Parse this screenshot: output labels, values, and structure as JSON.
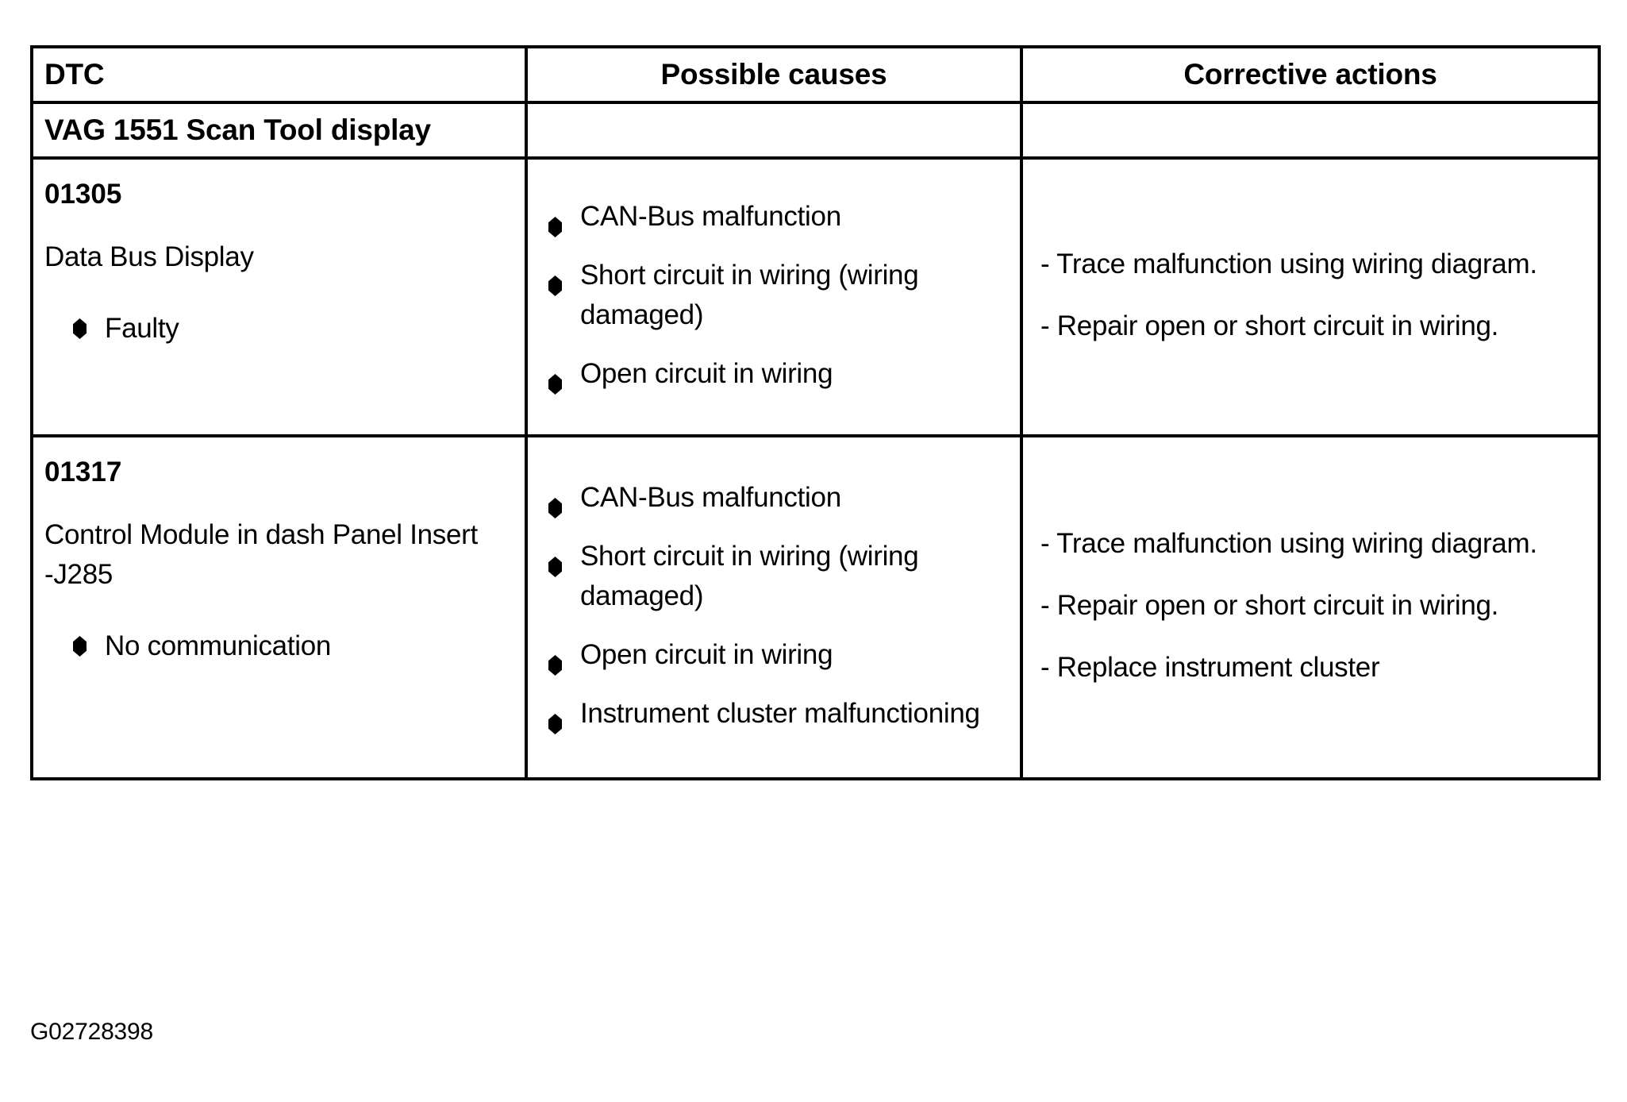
{
  "table": {
    "headers": {
      "dtc": "DTC",
      "dtc_sub": "VAG 1551 Scan Tool display",
      "possible_causes": "Possible causes",
      "corrective_actions": "Corrective actions"
    },
    "rows": [
      {
        "code": "01305",
        "description": "Data Bus Display",
        "status_bullets": [
          "Faulty"
        ],
        "possible_causes": [
          "CAN-Bus malfunction",
          "Short circuit in wiring (wiring damaged)",
          "Open circuit in wiring"
        ],
        "corrective_actions": [
          "- Trace malfunction using wiring diagram.",
          "- Repair open or short circuit in wiring."
        ]
      },
      {
        "code": "01317",
        "description": "Control Module in dash Panel Insert -J285",
        "status_bullets": [
          "No communication"
        ],
        "possible_causes": [
          "CAN-Bus malfunction",
          "Short circuit in wiring (wiring damaged)",
          "Open circuit in wiring",
          "Instrument cluster malfunctioning"
        ],
        "corrective_actions": [
          "- Trace malfunction using wiring diagram.",
          "- Repair open or short circuit in wiring.",
          "- Replace instrument cluster"
        ]
      }
    ]
  },
  "figure_code": "G02728398",
  "colors": {
    "border": "#000000",
    "text": "#000000",
    "background": "#ffffff"
  },
  "icons": {
    "bullet": "diamond-bullet-icon"
  }
}
